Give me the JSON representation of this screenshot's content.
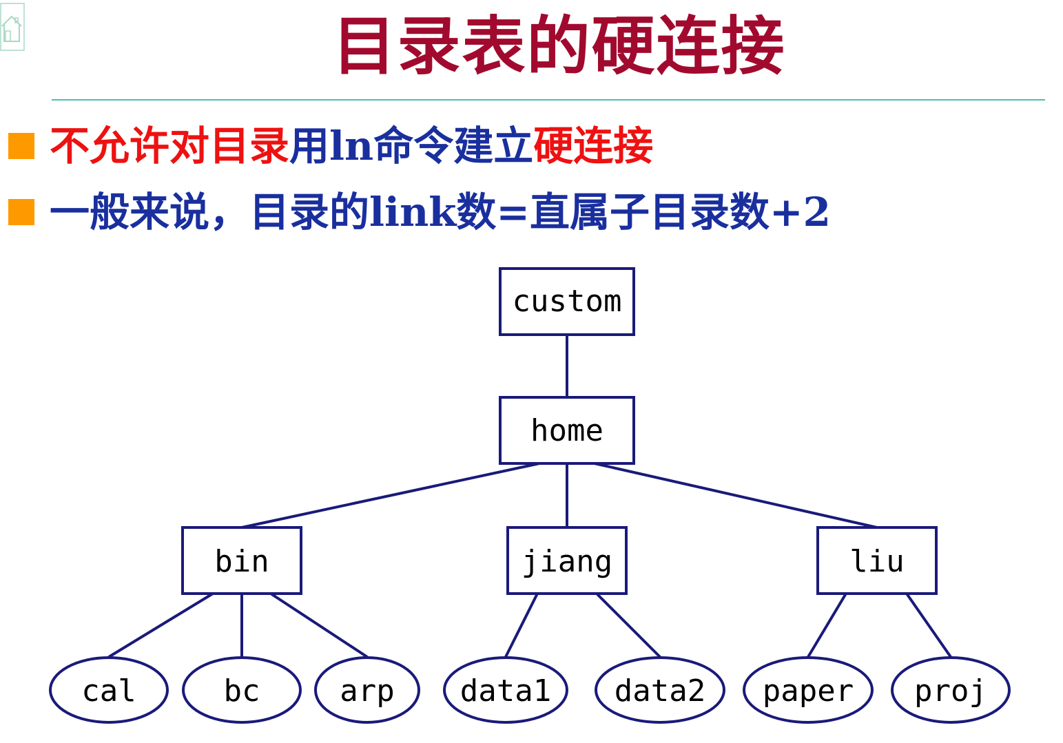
{
  "title": "目录表的硬连接",
  "bullets": [
    {
      "segments": [
        {
          "text": "不允许对目录",
          "color": "#ee1111"
        },
        {
          "text": "用ln命令建立",
          "color": "#1a2f9e"
        },
        {
          "text": "硬连接",
          "color": "#ee1111"
        }
      ]
    },
    {
      "segments": [
        {
          "text": "一般来说，目录的link数=直属子目录数+2",
          "color": "#1a2f9e"
        }
      ]
    }
  ],
  "tree": {
    "root": "custom",
    "home": "home",
    "directories": [
      "bin",
      "jiang",
      "liu"
    ],
    "files": {
      "bin": [
        "cal",
        "bc",
        "arp"
      ],
      "jiang": [
        "data1",
        "data2"
      ],
      "liu": [
        "paper",
        "proj"
      ]
    }
  },
  "colors": {
    "title": "#a10a2e",
    "rule": "#48bfb0",
    "bullet_marker": "#ff9900",
    "diagram_stroke": "#1a1a7a"
  },
  "icons": {
    "home": "home-icon"
  }
}
